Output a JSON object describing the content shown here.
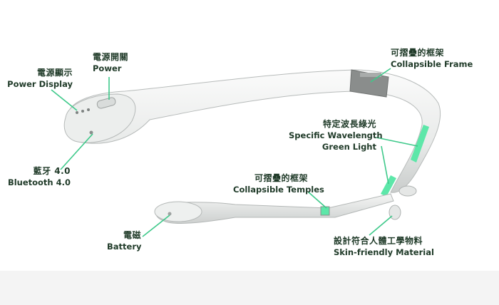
{
  "colors": {
    "accent": "#3ec98a",
    "label_text": "#1f3a28",
    "device_body": "#e9ebea",
    "green_light": "#5de7a9",
    "hinge": "#8a8d8c"
  },
  "labels": {
    "power_switch": {
      "zh": "電源開關",
      "en": "Power"
    },
    "power_display": {
      "zh": "電源顯示",
      "en": "Power Display"
    },
    "bluetooth": {
      "zh": "藍牙 4.0",
      "en": "Bluetooth 4.0"
    },
    "battery": {
      "zh": "電磁",
      "en": "Battery"
    },
    "collapsible_frame": {
      "zh": "可摺疊的框架",
      "en": "Collapsible Frame"
    },
    "green_light": {
      "zh": "特定波長綠光",
      "en": "Specific Wavelength",
      "en2": "Green Light"
    },
    "collapsible_temples": {
      "zh": "可摺疊的框架",
      "en": "Collapsible Temples"
    },
    "skin_material": {
      "zh": "設計符合人體工學物料",
      "en": "Skin-friendly Material"
    }
  }
}
